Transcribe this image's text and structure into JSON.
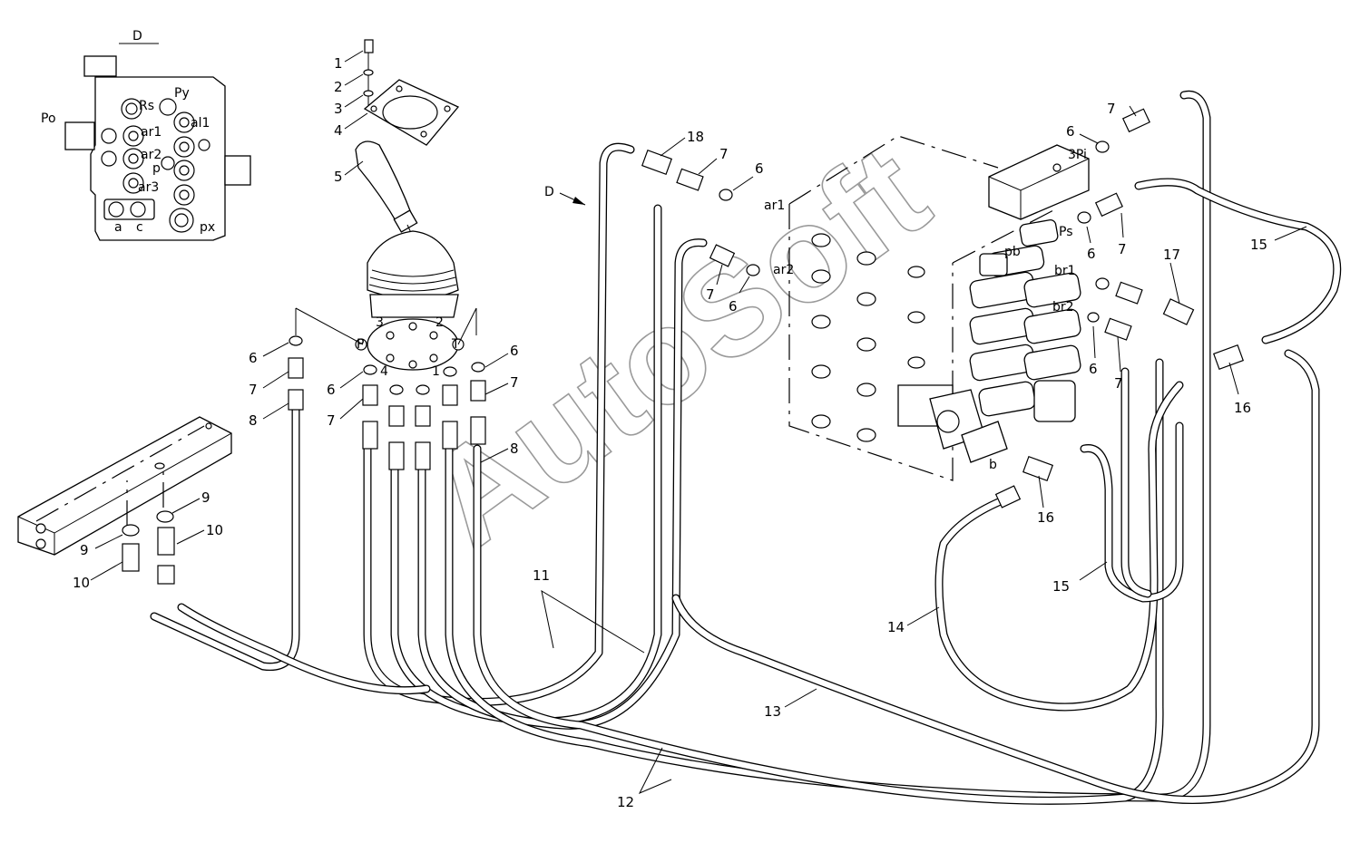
{
  "diagram": {
    "watermark": "AutoSoft",
    "view_label": "D",
    "view_arrow_label": "D",
    "port_labels": {
      "po": "Po",
      "py": "Py",
      "rs": "Rs",
      "al1": "al1",
      "ar1": "ar1",
      "ar2": "ar2",
      "ar3": "ar3",
      "p": "p",
      "a": "a",
      "c": "c",
      "px": "px",
      "valve_ar1": "ar1",
      "valve_ar2": "ar2",
      "pi3": "3Pi",
      "ps": "Ps",
      "pb": "pb",
      "br1": "br1",
      "br2": "br2",
      "b": "b"
    },
    "joystick_ports": [
      "3",
      "2",
      "P",
      "T",
      "4",
      "1"
    ],
    "callouts": {
      "c1": "1",
      "c2": "2",
      "c3": "3",
      "c4": "4",
      "c5": "5",
      "c6a": "6",
      "c7a": "7",
      "c8a": "8",
      "c6b": "6",
      "c7b": "7",
      "c6c": "6",
      "c7c": "7",
      "c8b": "8",
      "c9a": "9",
      "c10a": "10",
      "c9b": "9",
      "c10b": "10",
      "c11": "11",
      "c12": "12",
      "c13": "13",
      "c14": "14",
      "c15a": "15",
      "c15b": "15",
      "c16a": "16",
      "c16b": "16",
      "c17": "17",
      "c18": "18",
      "c7d": "7",
      "c6d": "6",
      "c7e": "7",
      "c6e": "6",
      "c7f": "7",
      "c6f": "6",
      "c7g": "7",
      "c6g": "6",
      "c7h": "7",
      "c6h": "6"
    }
  }
}
